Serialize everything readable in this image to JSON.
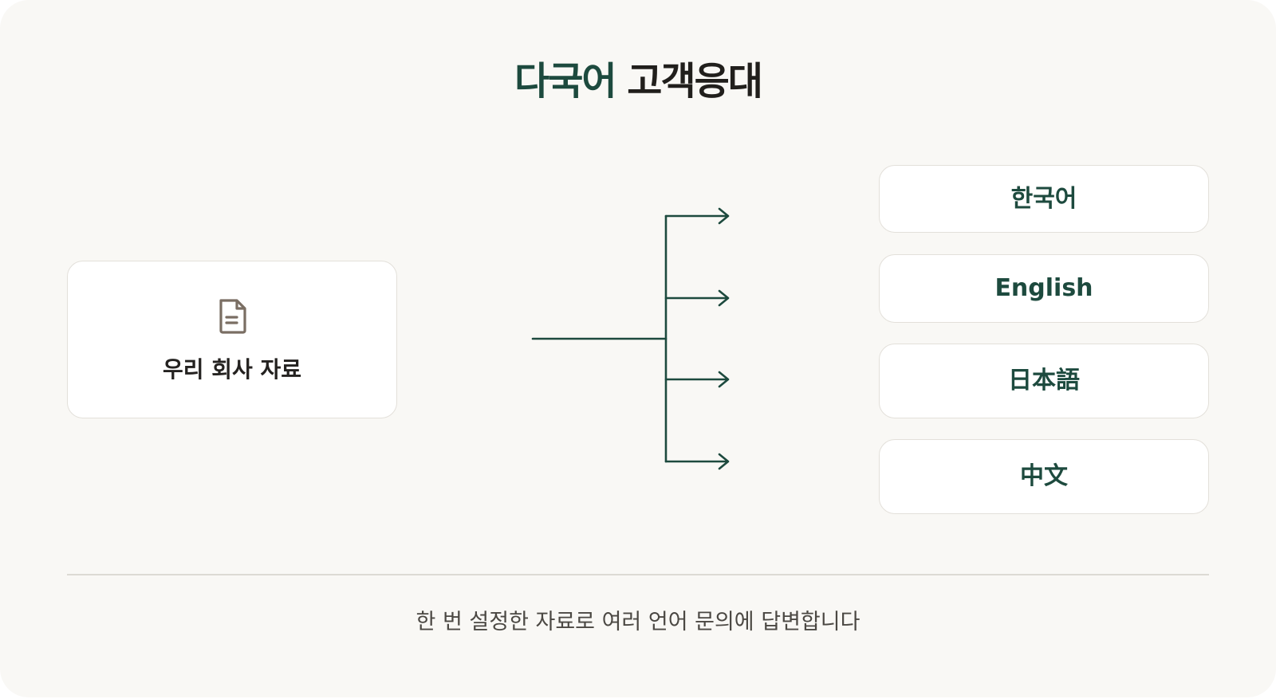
{
  "title": {
    "accent": "다국어",
    "rest": "고객응대"
  },
  "source": {
    "label": "우리 회사 자료",
    "icon": "document-icon"
  },
  "languages": [
    {
      "label": "한국어"
    },
    {
      "label": "English"
    },
    {
      "label": "日本語"
    },
    {
      "label": "中文"
    }
  ],
  "caption": "한 번 설정한 자료로 여러 언어 문의에 답변합니다",
  "colors": {
    "background": "#f9f8f5",
    "accent": "#1d4a3e",
    "box_border": "#e3e0da",
    "icon": "#7a6e63"
  }
}
